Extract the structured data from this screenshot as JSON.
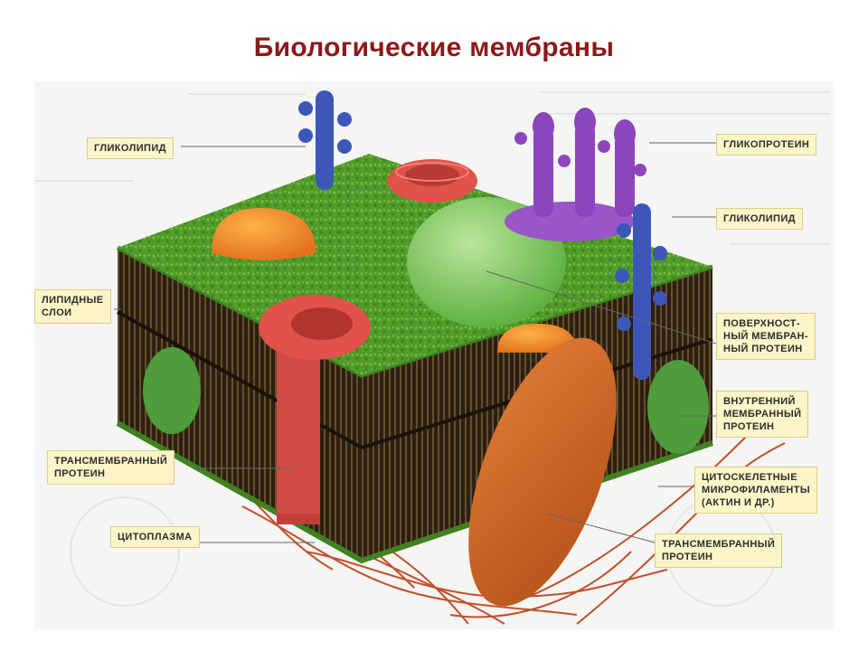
{
  "title": "Биологические мембраны",
  "labels": {
    "glycolipid_left": "ГЛИКОЛИПИД",
    "glycoprotein": "ГЛИКОПРОТЕИН",
    "glycolipid_right": "ГЛИКОЛИПИД",
    "lipid_layers": "ЛИПИДНЫЕ\nСЛОИ",
    "surface_protein": "ПОВЕРХНОСТ-\nНЫЙ МЕМБРАН-\nНЫЙ ПРОТЕИН",
    "internal_protein": "ВНУТРЕННИЙ\nМЕМБРАННЫЙ\nПРОТЕИН",
    "transmembrane_left": "ТРАНСМЕМБРАННЫЙ\nПРОТЕИН",
    "cytoskeletal": "ЦИТОСКЕЛЕТНЫЕ\nМИКРОФИЛАМЕНТЫ\n(АКТИН И ДР.)",
    "cytoplasm": "ЦИТОПЛАЗМА",
    "transmembrane_right": "ТРАНСМЕМБРАННЫЙ\nПРОТЕИН"
  },
  "colors": {
    "title": "#8b1a1a",
    "membrane_top": "#4f9a2a",
    "lipid_side": "#3a2a14",
    "label_bg": "#fbf5c8"
  }
}
